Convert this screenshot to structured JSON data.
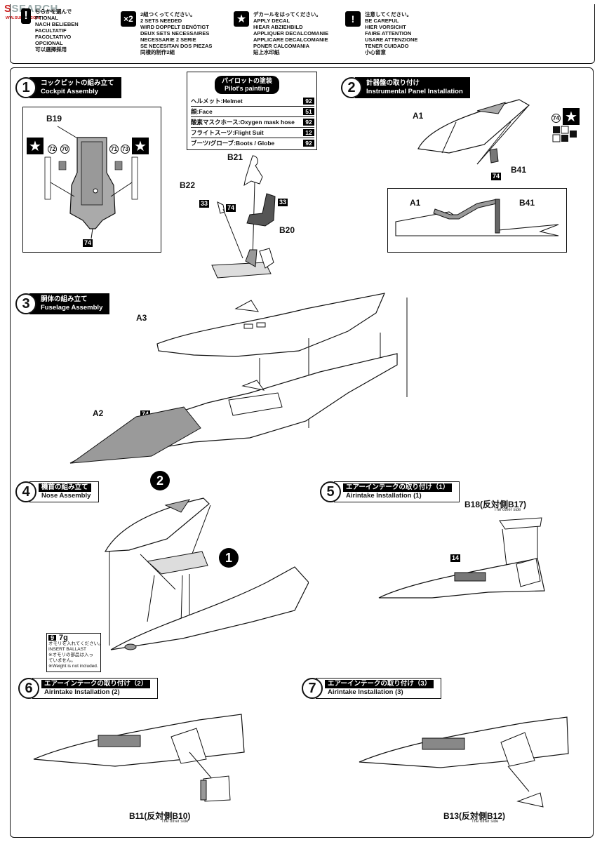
{
  "watermark": {
    "brand": "SEARCH",
    "prefix_glyphs": "S",
    "sub": "ww.sunkh.com"
  },
  "legend": [
    {
      "icon": "!",
      "icon_name": "bar-icon",
      "lines": "ちらかを選んで\nPTIONAL\nNACH BELIEBEN\nFACULTATIF\nFACOLTATIVO\nOPCIONAL\n可以選擇採用"
    },
    {
      "icon": "×2",
      "icon_name": "times-two-icon",
      "lines": "2組つくってください。\n2 SETS NEEDED\nWIRD DOPPELT BENÖTIGT\nDEUX SETS NECESSAIRES\nNECESSARIE 2 SERIE\nSE NECESITAN DOS PIEZAS\n同樣的制作2組"
    },
    {
      "icon": "★",
      "icon_name": "decal-star-icon",
      "lines": "デカールをはってください。\nAPPLY DECAL\nHIEAR ABZIEHBILD\nAPPLIQUER DECALCOMANIE\nAPPLICARE DECALCOMANIE\nPONER CALCOMANIA\n貼上水印紙"
    },
    {
      "icon": "!",
      "icon_name": "caution-icon",
      "lines": "注意してください。\nBE CAREFUL\nHIER VORSICHT\nFAIRE ATTENTION\nUSARE ATTENZIONE\nTENER CUIDADO\n小心留意"
    }
  ],
  "steps": {
    "s1": {
      "num": "1",
      "jp": "コックピットの組み立て",
      "en": "Cockpit Assembly"
    },
    "s2": {
      "num": "2",
      "jp": "計器盤の取り付け",
      "en": "Instrumental Panel Installation"
    },
    "s3": {
      "num": "3",
      "jp": "胴体の組み立て",
      "en": "Fuselage Assembly"
    },
    "s4": {
      "num": "4",
      "jp": "機首の組み立て",
      "en": "Nose Assembly"
    },
    "s5": {
      "num": "5",
      "jp": "エアーインテークの取り付け（1）",
      "en": "Airintake Installation (1)"
    },
    "s6": {
      "num": "6",
      "jp": "エアーインテークの取り付け（2）",
      "en": "Airintake Installation (2)"
    },
    "s7": {
      "num": "7",
      "jp": "エアーインテークの取り付け（3）",
      "en": "Airintake Installation (3)"
    }
  },
  "pilot": {
    "title_jp": "パイロットの塗装",
    "title_en": "Pilot's painting",
    "rows": [
      {
        "label": "ヘルメット:Helmet",
        "code": "92"
      },
      {
        "label": "顔:Face",
        "code": "51"
      },
      {
        "label": "酸素マスクホース:Oxygen mask hose",
        "code": "92"
      },
      {
        "label": "フライトスーツ:Flight Suit",
        "code": "12"
      },
      {
        "label": "ブーツ/グローブ:Boots / Globe",
        "code": "92"
      }
    ]
  },
  "parts": {
    "b19": "B19",
    "b21": "B21",
    "b22": "B22",
    "b20": "B20",
    "a1": "A1",
    "a1b": "A1",
    "b41": "B41",
    "b41b": "B41",
    "a3": "A3",
    "a2": "A2",
    "b18": "B18(反対側B17)",
    "b11": "B11(反対側B10)",
    "b13": "B13(反対側B12)"
  },
  "paint_codes": {
    "c74a": "74",
    "c74b": "74",
    "c74c": "74",
    "c74d": "74",
    "c33a": "33",
    "c33b": "33",
    "c14": "14"
  },
  "decals": {
    "d72": "72",
    "d70": "70",
    "d71": "71",
    "d73": "73",
    "d74": "74"
  },
  "refs": {
    "r2": "2",
    "r1": "1"
  },
  "captions": {
    "other_side": "The other side"
  },
  "ballast": {
    "num": "9",
    "weight": "7g",
    "text": "オモリを入れてください。\nINSERT BALLAST\n※オモリの部品は入っ\nていません。\n※Weight is not included."
  }
}
